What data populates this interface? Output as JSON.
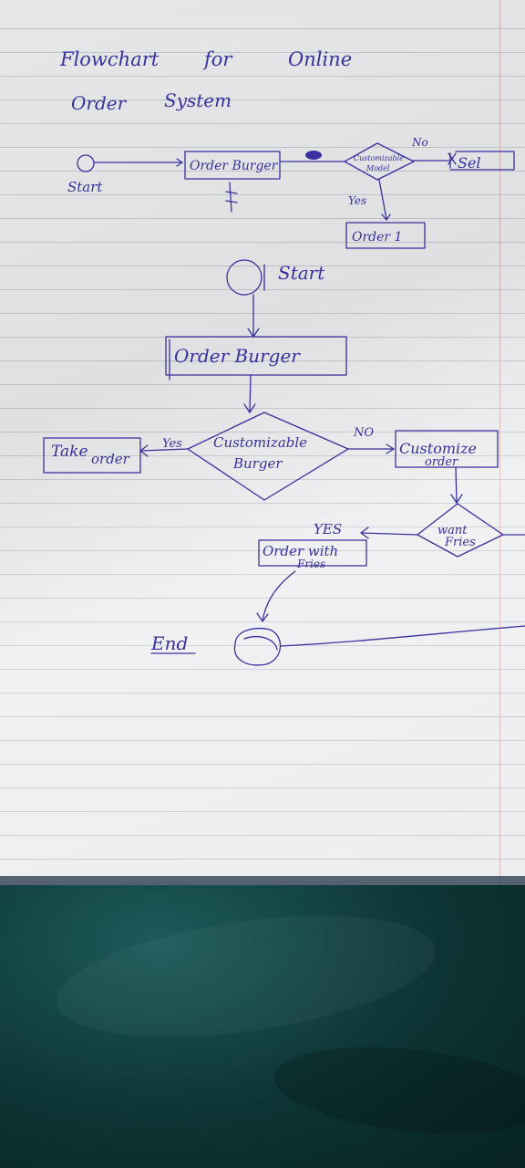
{
  "heading": {
    "line1a": "Flowchart",
    "line1b": "for",
    "line1c": "Online",
    "line2a": "Order",
    "line2b": "System"
  },
  "draft": {
    "start": "Start",
    "order": "Order Burger",
    "decision_line1": "Customizable",
    "decision_line2": "Model",
    "no": "No",
    "yes": "Yes",
    "sel": "Sel",
    "order1": "Order 1"
  },
  "flow": {
    "start": "Start",
    "order_burger": "Order Burger",
    "decision_line1": "Customizable",
    "decision_line2": "Burger",
    "yes_left": "Yes",
    "no_right": "NO",
    "take_order_1": "Take",
    "take_order_2": "order",
    "customize_1": "Customize",
    "customize_2": "order",
    "fries_1": "want",
    "fries_2": "Fries",
    "yes_fries": "YES",
    "order_fries_1": "Order with",
    "order_fries_2": "Fries",
    "end": "End"
  },
  "colors": {
    "ink": "#3a2fa0",
    "paper": "#eceef0",
    "rule": "#c7ccd3",
    "fabric": "#0f3a3a"
  }
}
